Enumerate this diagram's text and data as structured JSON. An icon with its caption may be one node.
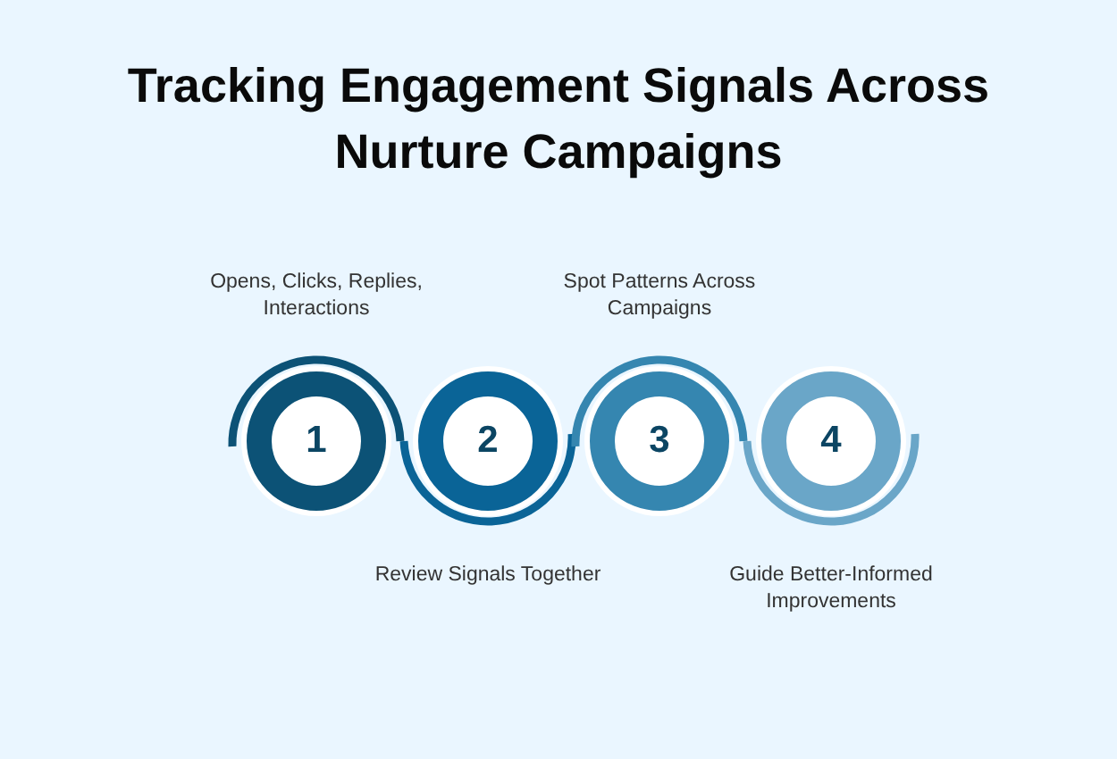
{
  "diagram": {
    "title": "Tracking Engagement Signals Across Nurture Campaigns",
    "nodes": [
      {
        "text": [
          "1"
        ],
        "beside": [
          "Opens, Clicks, Replies, Interactions"
        ]
      },
      {
        "text": [
          "2"
        ],
        "beside": [
          "Review Signals Together"
        ]
      },
      {
        "text": [
          "3"
        ],
        "beside": [
          "Spot Patterns Across Campaigns"
        ]
      },
      {
        "text": [
          "4"
        ],
        "beside": [
          "Guide Better-Informed Improvements"
        ]
      }
    ]
  }
}
